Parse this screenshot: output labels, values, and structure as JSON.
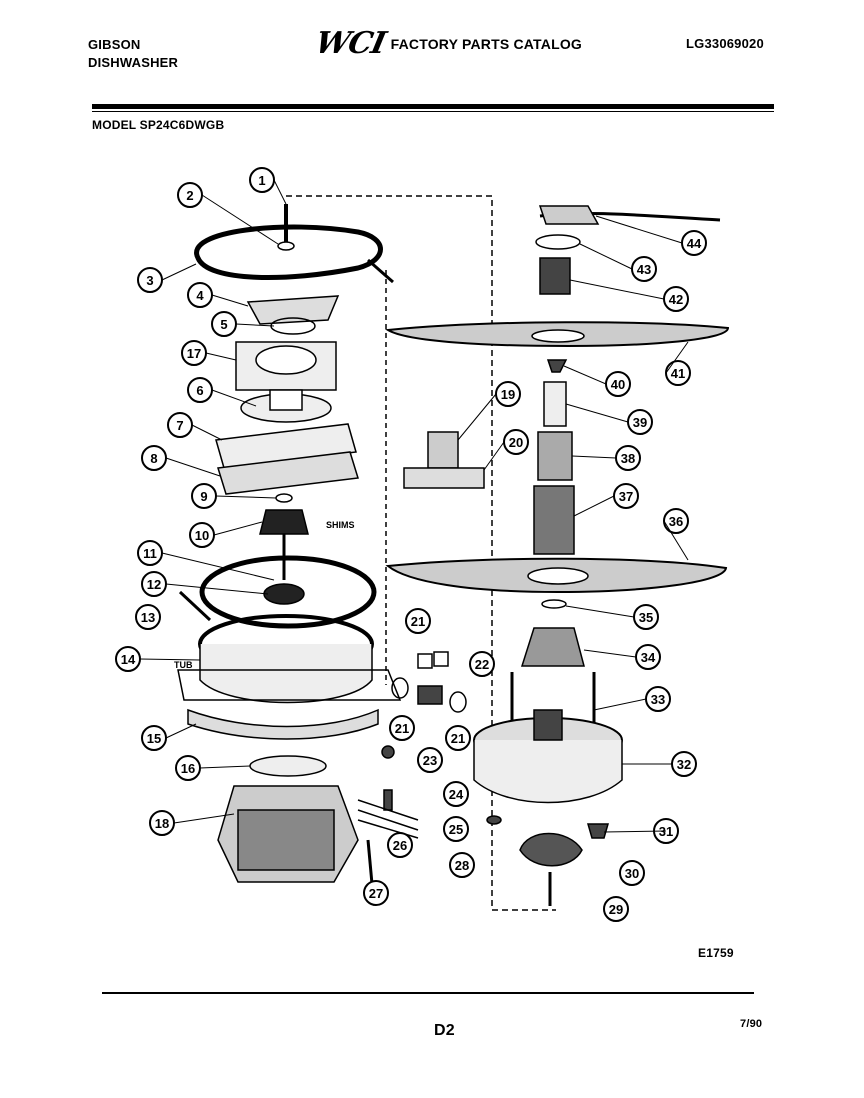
{
  "header": {
    "brand": "GIBSON",
    "appliance": "DISHWASHER",
    "logo_text": "WCI",
    "catalog_title": "FACTORY PARTS CATALOG",
    "catalog_number": "LG33069020",
    "model": "MODEL SP24C6DWGB"
  },
  "diagram": {
    "callouts": [
      "1",
      "2",
      "3",
      "4",
      "5",
      "17",
      "6",
      "7",
      "8",
      "9",
      "10",
      "11",
      "12",
      "13",
      "14",
      "15",
      "16",
      "18",
      "19",
      "20",
      "21",
      "22",
      "21",
      "21",
      "23",
      "24",
      "25",
      "26",
      "27",
      "28",
      "29",
      "30",
      "31",
      "32",
      "33",
      "34",
      "35",
      "36",
      "37",
      "38",
      "39",
      "40",
      "41",
      "42",
      "43",
      "44"
    ],
    "side_labels": [
      "SHIMS",
      "TUB"
    ]
  },
  "footer": {
    "diagram_id": "E1759",
    "page_number": "D2",
    "date": "7/90"
  }
}
